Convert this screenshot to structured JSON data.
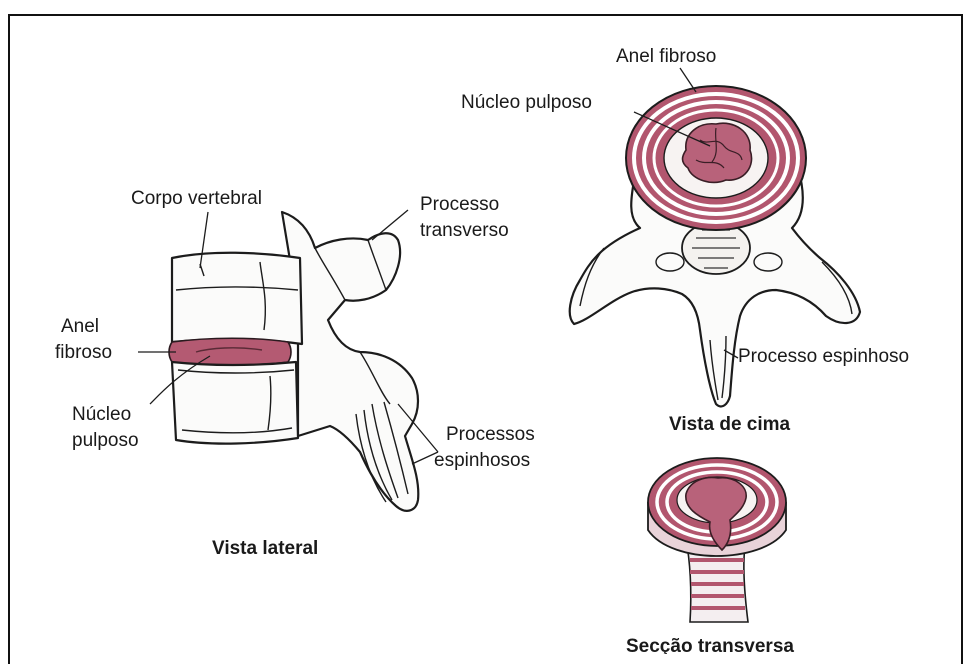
{
  "lateral": {
    "corpo_vertebral": "Corpo vertebral",
    "processo_transverso_1": "Processo",
    "processo_transverso_2": "transverso",
    "anel_fibroso_1": "Anel",
    "anel_fibroso_2": "fibroso",
    "nucleo_pulposo_1": "Núcleo",
    "nucleo_pulposo_2": "pulposo",
    "processos_espinhosos_1": "Processos",
    "processos_espinhosos_2": "espinhosos",
    "caption": "Vista lateral"
  },
  "top_view": {
    "anel_fibroso": "Anel fibroso",
    "nucleo_pulposo": "Núcleo pulposo",
    "processo_espinhoso": "Processo espinhoso",
    "caption": "Vista de cima"
  },
  "cross_section": {
    "caption": "Secção transversa"
  },
  "colors": {
    "disc": "#b45a72",
    "ring": "#b2566e",
    "line": "#1c1c1c"
  }
}
